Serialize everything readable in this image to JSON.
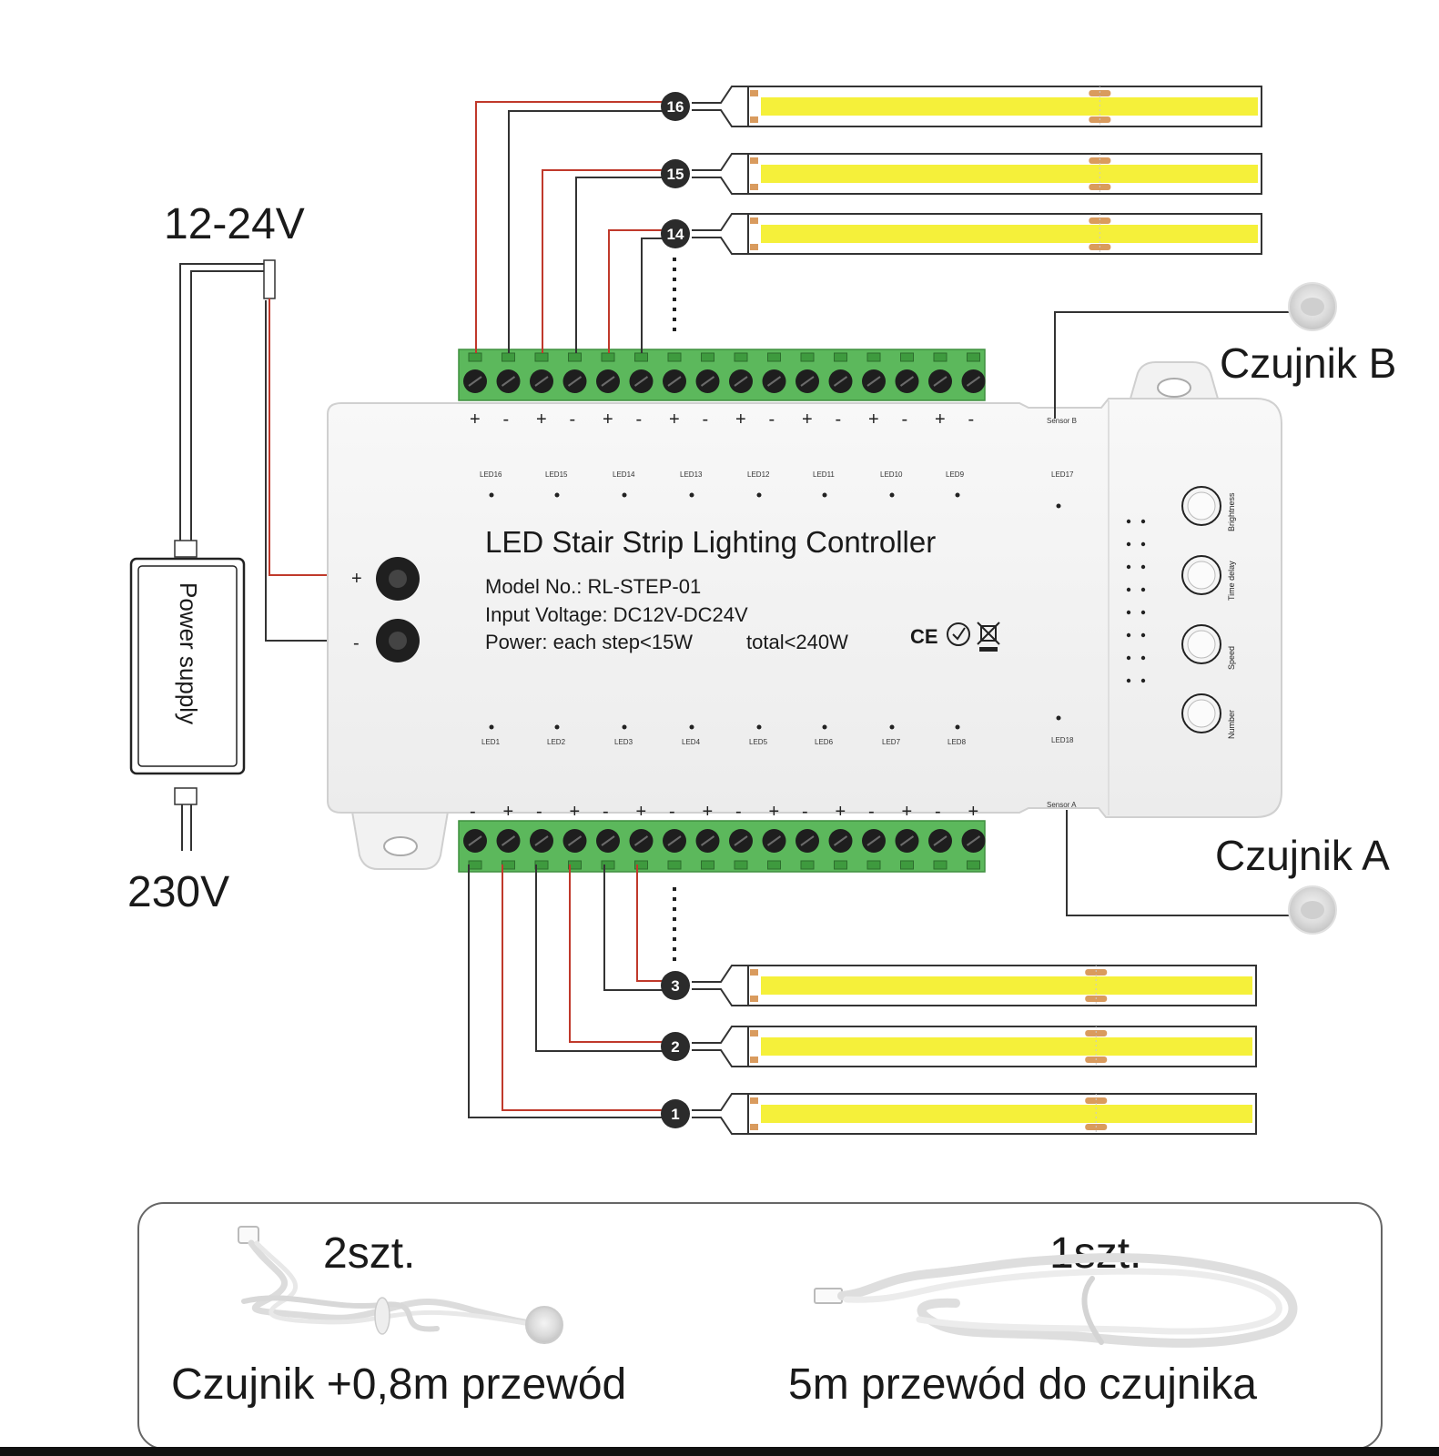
{
  "power": {
    "voltage_in": "12-24V",
    "voltage_mains": "230V",
    "supply_label": "Power supply",
    "plus": "+",
    "minus": "-"
  },
  "controller": {
    "title": "LED Stair Strip Lighting Controller",
    "model": "Model No.: RL-STEP-01",
    "input_voltage": "Input Voltage: DC12V-DC24V",
    "power_each": "Power: each step<15W",
    "power_total": "total<240W",
    "cert": "CE",
    "leds_top": [
      "LED16",
      "LED15",
      "LED14",
      "LED13",
      "LED12",
      "LED11",
      "LED10",
      "LED9"
    ],
    "leds_bottom": [
      "LED1",
      "LED2",
      "LED3",
      "LED4",
      "LED5",
      "LED6",
      "LED7",
      "LED8"
    ],
    "led17": "LED17",
    "led18": "LED18",
    "sensor_b_port": "Sensor B",
    "sensor_a_port": "Sensor A",
    "terminals_top": [
      "+",
      "-",
      "+",
      "-",
      "+",
      "-",
      "+",
      "-",
      "+",
      "-",
      "+",
      "-",
      "+",
      "-",
      "+",
      "-"
    ],
    "terminals_bottom": [
      "-",
      "+",
      "-",
      "+",
      "-",
      "+",
      "-",
      "+",
      "-",
      "+",
      "-",
      "+",
      "-",
      "+",
      "-",
      "+"
    ],
    "buttons": [
      "Brightness",
      "Time delay",
      "Speed",
      "Number"
    ]
  },
  "sensors": {
    "b": "Czujnik B",
    "a": "Czujnik A"
  },
  "strips": {
    "top": [
      "16",
      "15",
      "14"
    ],
    "bottom": [
      "3",
      "2",
      "1"
    ]
  },
  "accessories": [
    {
      "qty": "2szt.",
      "caption": "Czujnik +0,8m przewód"
    },
    {
      "qty": "1szt.",
      "caption": "5m przewód do czujnika"
    }
  ],
  "colors": {
    "terminal_green": "#5cb85c",
    "wire_red": "#c0392b",
    "strip_yellow": "#f5f03a",
    "circle_dark": "#2b2b2b"
  }
}
